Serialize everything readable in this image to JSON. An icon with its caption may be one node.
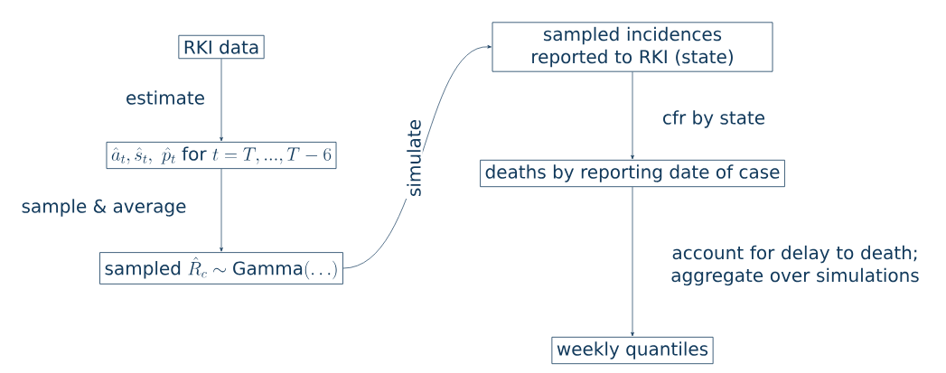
{
  "diagram": {
    "nodes": [
      {
        "text": [
          "RKI data"
        ]
      },
      {
        "text": [
          "\\hat{a}_t, \\hat{s}_t,\\ \\hat{p}_t\\ \\mbox{for}\\ t = T, ..., T-6"
        ]
      },
      {
        "text": [
          "\\mbox{sampled}\\ \\hat{R}_c \\sim \\mbox{Gamma}(\\dots)"
        ]
      },
      {
        "text": [
          "sampled incidences reported to RKI (state)"
        ]
      },
      {
        "text": [
          "deaths by reporting date of case"
        ]
      },
      {
        "text": [
          "weekly quantiles"
        ]
      }
    ],
    "edges": [
      {
        "from": 0,
        "to": 1,
        "arrow": "to",
        "label": "estimate"
      },
      {
        "from": 1,
        "to": 2,
        "arrow": "to",
        "label": "sample & average"
      },
      {
        "from": 2,
        "to": 3,
        "arrow": "to",
        "label": "simulate"
      },
      {
        "from": 3,
        "to": 4,
        "arrow": "to",
        "label": "cfr by state"
      },
      {
        "from": 4,
        "to": 5,
        "arrow": "to",
        "label": "account for delay to death; aggregate over simulations"
      }
    ]
  }
}
